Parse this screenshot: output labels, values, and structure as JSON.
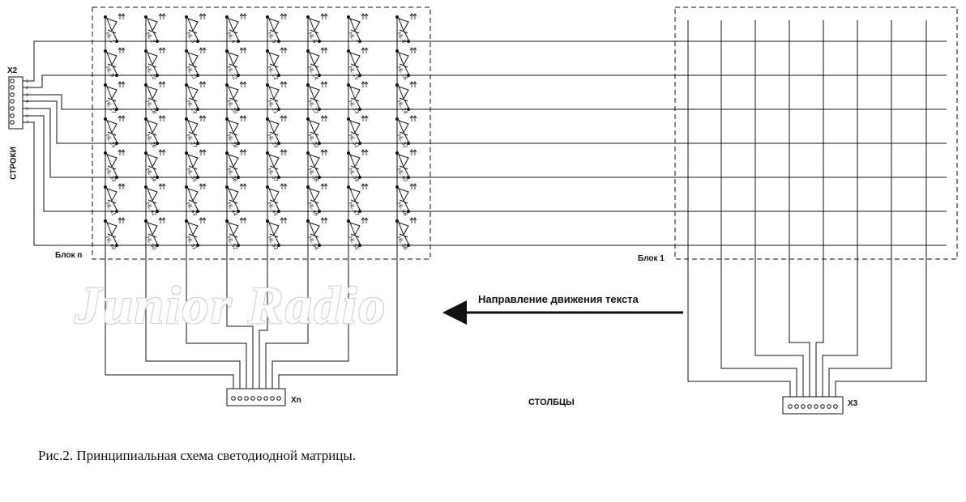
{
  "diagram": {
    "connector_rows": "X2",
    "rows_label": "СТРОКИ",
    "row_pins": [
      "1",
      "2",
      "3",
      "4",
      "5",
      "6",
      "7"
    ],
    "block_n_label": "Блок n",
    "block_1_label": "Блок 1",
    "connector_cols_n": "Xn",
    "connector_cols_1": "X3",
    "columns_label": "СТОЛБЦЫ",
    "direction_label": "Направление движения текста",
    "led_prefix": "HL",
    "led_count": 56,
    "grid_rows": 7,
    "grid_cols": 8
  },
  "watermark": "Junior Radio",
  "caption": "Рис.2. Принципиальная схема светодиодной матрицы.",
  "colors": {
    "line": "#111111",
    "background": "#ffffff"
  }
}
